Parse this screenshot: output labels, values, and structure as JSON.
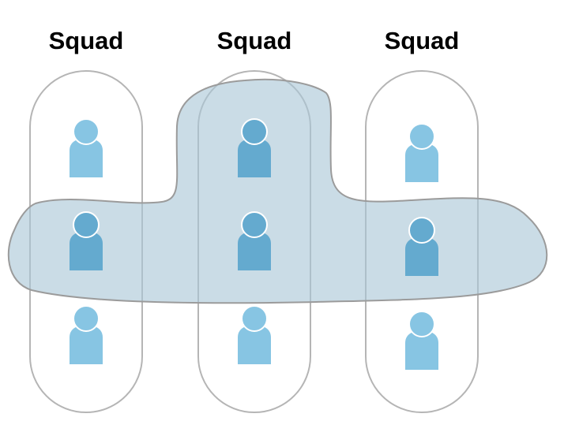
{
  "squads": [
    {
      "title": "Squad",
      "members": [
        {
          "highlighted": false
        },
        {
          "highlighted": true
        },
        {
          "highlighted": false
        }
      ]
    },
    {
      "title": "Squad",
      "members": [
        {
          "highlighted": true
        },
        {
          "highlighted": true
        },
        {
          "highlighted": false
        }
      ]
    },
    {
      "title": "Squad",
      "members": [
        {
          "highlighted": false
        },
        {
          "highlighted": true
        },
        {
          "highlighted": false
        }
      ]
    }
  ],
  "colors": {
    "person_light": "#87c5e3",
    "person_dark": "#64aacf",
    "person_stroke": "#ffffff",
    "squad_outline": "#b5b5b5",
    "overlay_fill": "#a9c7d6",
    "overlay_stroke": "#9b9b9b"
  }
}
